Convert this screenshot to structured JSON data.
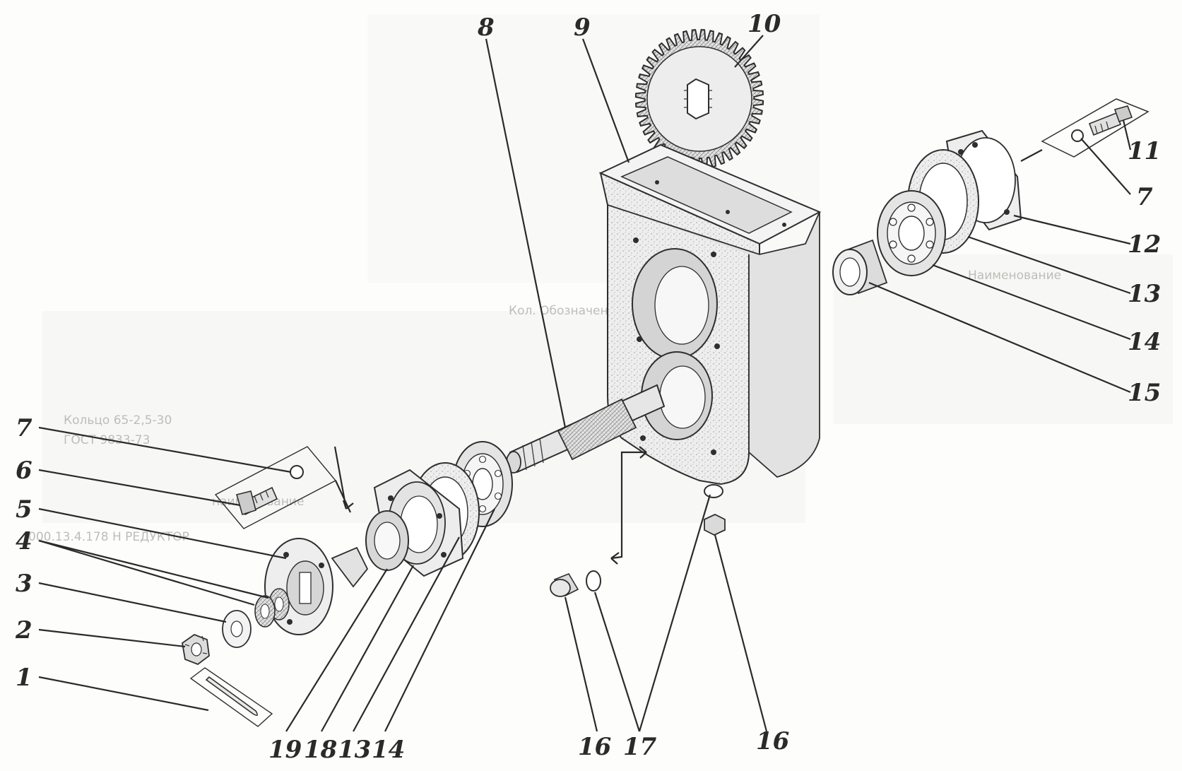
{
  "diagram": {
    "colors": {
      "ink": "#2a2a2a",
      "part_fill": "#ececec",
      "part_shade": "#cfcfcf",
      "paper": "#fdfdfc",
      "ghost_text": "#bdbdb8"
    },
    "callouts": {
      "c1": "1",
      "c2": "2",
      "c3": "3",
      "c4": "4",
      "c5": "5",
      "c6": "6",
      "c7_left": "7",
      "c8": "8",
      "c9": "9",
      "c10": "10",
      "c11": "11",
      "c7_right": "7",
      "c12": "12",
      "c13_right": "13",
      "c14_right": "14",
      "c15": "15",
      "c19": "19",
      "c18": "18",
      "c13_bottom": "13",
      "c14_bottom": "14",
      "c16_left": "16",
      "c17": "17",
      "c16_right": "16"
    },
    "background_text": {
      "t1": "Кольцо 65-2,5-30",
      "t2": "ГОСТ 9833-73",
      "t3": "000.13.4.178 Н РЕДУКТОР",
      "t4": "наименование",
      "t5": "Кол. Обозначение",
      "t6": "Наименование"
    }
  }
}
